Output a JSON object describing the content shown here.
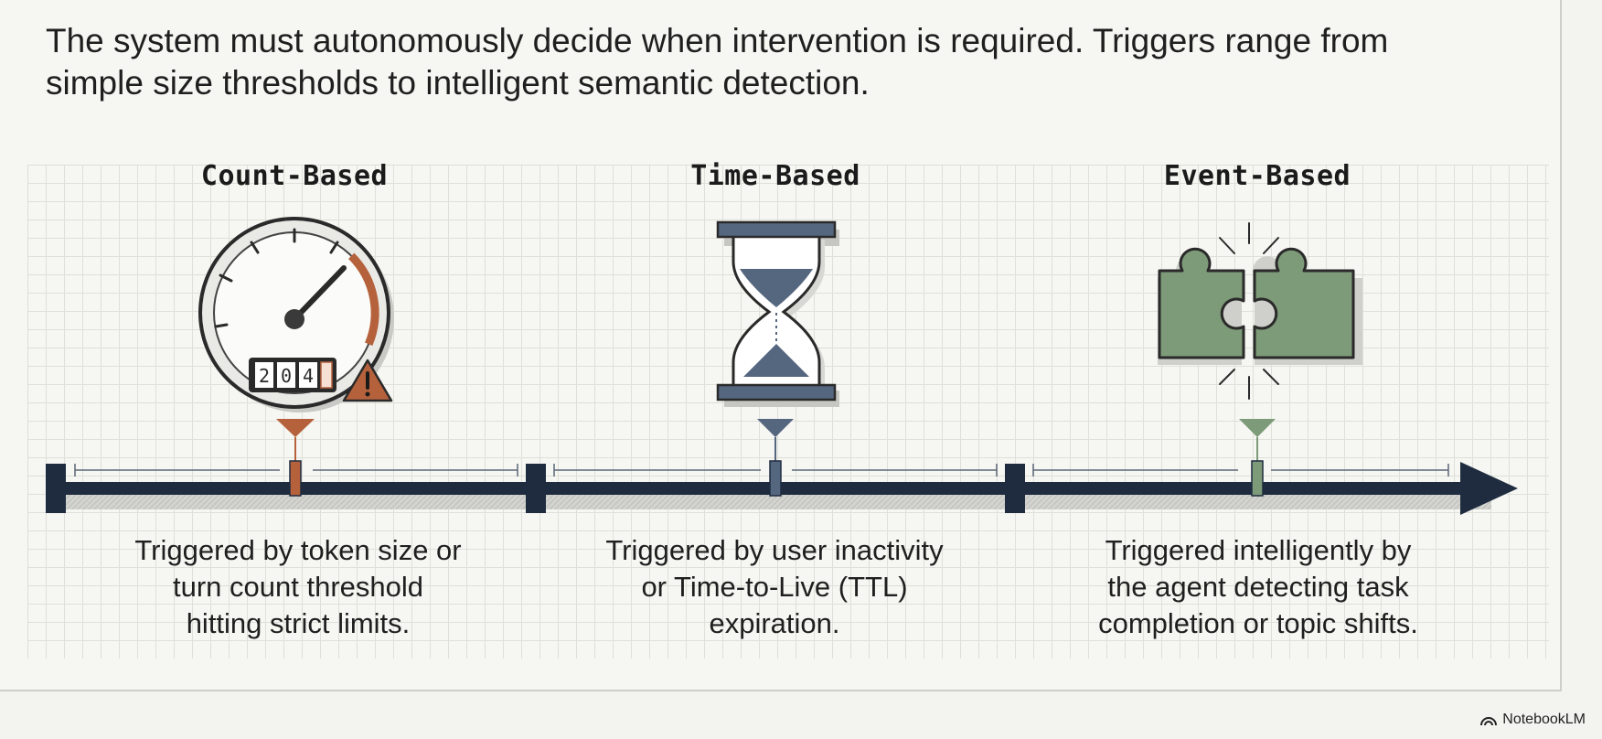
{
  "intro": "The system must autonomously decide when intervention is required. Triggers range from simple size thresholds to intelligent semantic detection.",
  "columns": [
    {
      "title": "Count-Based",
      "desc_lines": [
        "Triggered by token size or",
        "turn count threshold",
        "hitting strict limits."
      ],
      "icon": "gauge-icon",
      "gauge_counter": [
        "2",
        "0",
        "4"
      ],
      "accent": "#b5623c"
    },
    {
      "title": "Time-Based",
      "desc_lines": [
        "Triggered by user inactivity",
        "or Time-to-Live (TTL)",
        "expiration."
      ],
      "icon": "hourglass-icon",
      "accent": "#55667f"
    },
    {
      "title": "Event-Based",
      "desc_lines": [
        "Triggered intelligently by",
        "the agent detecting task",
        "completion or topic shifts."
      ],
      "icon": "puzzle-icon",
      "accent": "#7d9a79"
    }
  ],
  "brand": "NotebookLM",
  "colors": {
    "navy": "#1f2c40",
    "count_accent": "#b5623c",
    "time_accent": "#55667f",
    "event_accent": "#7d9a79"
  }
}
